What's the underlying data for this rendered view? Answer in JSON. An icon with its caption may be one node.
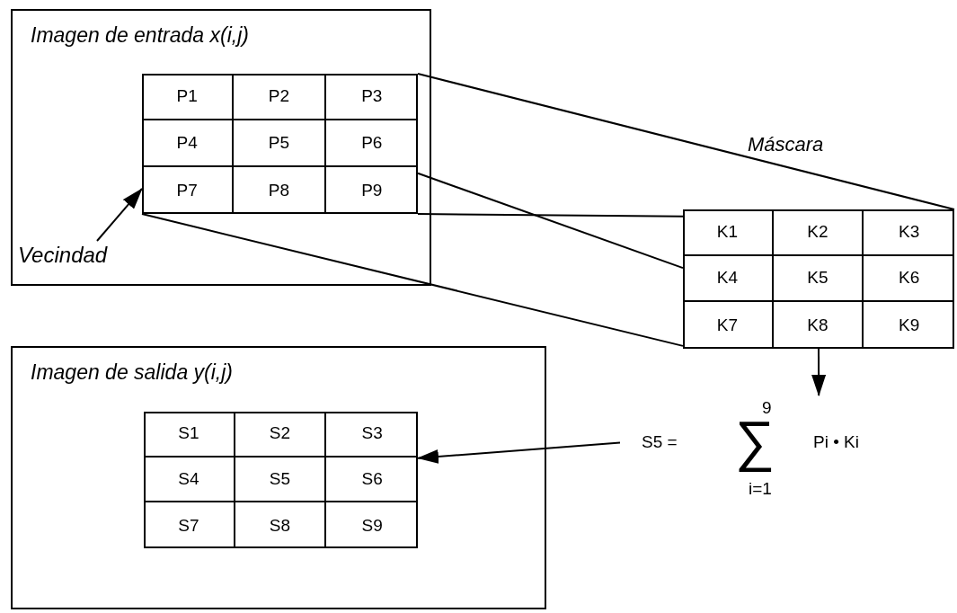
{
  "diagram": {
    "nodes": [
      {
        "text": [
          "Imagen de entrada x(i,j)"
        ]
      },
      {
        "text": [],
        "shape": "box",
        "in": 0
      },
      {
        "text": [
          "P1"
        ],
        "in": 1
      },
      {
        "text": [
          "P2"
        ],
        "in": 1
      },
      {
        "text": [
          "P3"
        ],
        "in": 1
      },
      {
        "text": [
          "P4"
        ],
        "in": 1
      },
      {
        "text": [
          "P5"
        ],
        "in": 1
      },
      {
        "text": [
          "P6"
        ],
        "in": 1
      },
      {
        "text": [
          "P7"
        ],
        "in": 1
      },
      {
        "text": [
          "P8"
        ],
        "in": 1
      },
      {
        "text": [
          "P9"
        ],
        "in": 1
      },
      {
        "text": [
          "Vecindad"
        ],
        "in": 0
      },
      {
        "text": [],
        "shape": "box"
      },
      {
        "text": [
          "K1"
        ],
        "in": 12
      },
      {
        "text": [
          "K2"
        ],
        "in": 12
      },
      {
        "text": [
          "K3"
        ],
        "in": 12
      },
      {
        "text": [
          "K4"
        ],
        "in": 12
      },
      {
        "text": [
          "K5"
        ],
        "in": 12
      },
      {
        "text": [
          "K6"
        ],
        "in": 12
      },
      {
        "text": [
          "K7"
        ],
        "in": 12
      },
      {
        "text": [
          "K8"
        ],
        "in": 12
      },
      {
        "text": [
          "K9"
        ],
        "in": 12
      },
      {
        "text": [
          "Imagen de salida y(i,j)"
        ]
      },
      {
        "text": [],
        "shape": "box",
        "in": 22
      },
      {
        "text": [
          "S1"
        ],
        "in": 23
      },
      {
        "text": [
          "S2"
        ],
        "in": 23
      },
      {
        "text": [
          "S3"
        ],
        "in": 23
      },
      {
        "text": [
          "S4"
        ],
        "in": 23
      },
      {
        "text": [
          "S5"
        ],
        "in": 23
      },
      {
        "text": [
          "S6"
        ],
        "in": 23
      },
      {
        "text": [
          "S7"
        ],
        "in": 23
      },
      {
        "text": [
          "S8"
        ],
        "in": 23
      },
      {
        "text": [
          "S9"
        ],
        "in": 23
      },
      {
        "text": [
          "S5 =",
          "9",
          "∑",
          "Pi • Ki",
          "i=1"
        ]
      }
    ],
    "edges": [
      {
        "from": 11,
        "to": 1,
        "arrow": "to"
      },
      {
        "from": 1,
        "to": 12,
        "arrow": "none"
      },
      {
        "from": 1,
        "to": 12,
        "arrow": "none"
      },
      {
        "from": 1,
        "to": 12,
        "arrow": "none"
      },
      {
        "from": 1,
        "to": 12,
        "arrow": "none"
      },
      {
        "from": 20,
        "to": 33,
        "arrow": "to"
      },
      {
        "from": 33,
        "to": 23,
        "arrow": "to"
      }
    ],
    "labels": [
      "Máscara"
    ]
  }
}
